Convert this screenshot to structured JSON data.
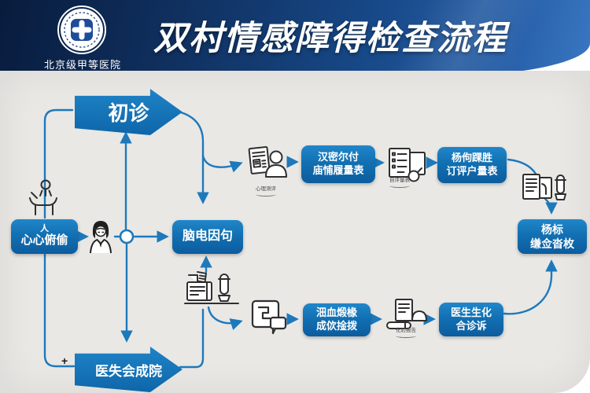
{
  "header": {
    "hospital_name": "北京级甲等医院",
    "title": "双村情感障得检查流程",
    "logo": {
      "icon": "medical-cross-circle-logo"
    },
    "colors": {
      "bg_dark": "#0a1f44",
      "bg_light": "#2a63ad",
      "text": "#ffffff"
    }
  },
  "flow": {
    "nodes": {
      "first_visit_arrow": {
        "label": "初诊"
      },
      "psych_box": {
        "label": "心心俯偷",
        "glyph": "人"
      },
      "eeg_box": {
        "label": "脑电因句"
      },
      "hamilton_box": {
        "line1": "汉密尔付",
        "line2": "庙悑履量表"
      },
      "yang_scale_box": {
        "line1": "杨佝踝胜",
        "line2": "订评户量表"
      },
      "report_box": {
        "line1": "杨标",
        "line2": "缣佥沓枚"
      },
      "blood_imaging_box": {
        "line1": "沺血煅椽",
        "line2": "成佽捦拨"
      },
      "doctor_review_box": {
        "line1": "医生生化",
        "line2": "合诊诉"
      },
      "hospital_arrow": {
        "label": "医失会成院"
      }
    },
    "captions": {
      "survey_icon": "心理测评",
      "checklist_icon": "自评量表",
      "lab_report_icon": "化验报告"
    },
    "plus_sign": "+",
    "icons": [
      "doctor-desk-icon",
      "nurse-icon",
      "survey-person-icon",
      "checklist-magnifier-icon",
      "documents-tube-icon",
      "lab-analyzer-icon",
      "monitor-bubble-icon",
      "report-mouse-icon"
    ],
    "colors": {
      "node_blue": "#1270b2",
      "line_blue": "#1e79bb",
      "icon_stroke": "#2f2f2f",
      "canvas_bg": "#e9e8e5"
    }
  }
}
